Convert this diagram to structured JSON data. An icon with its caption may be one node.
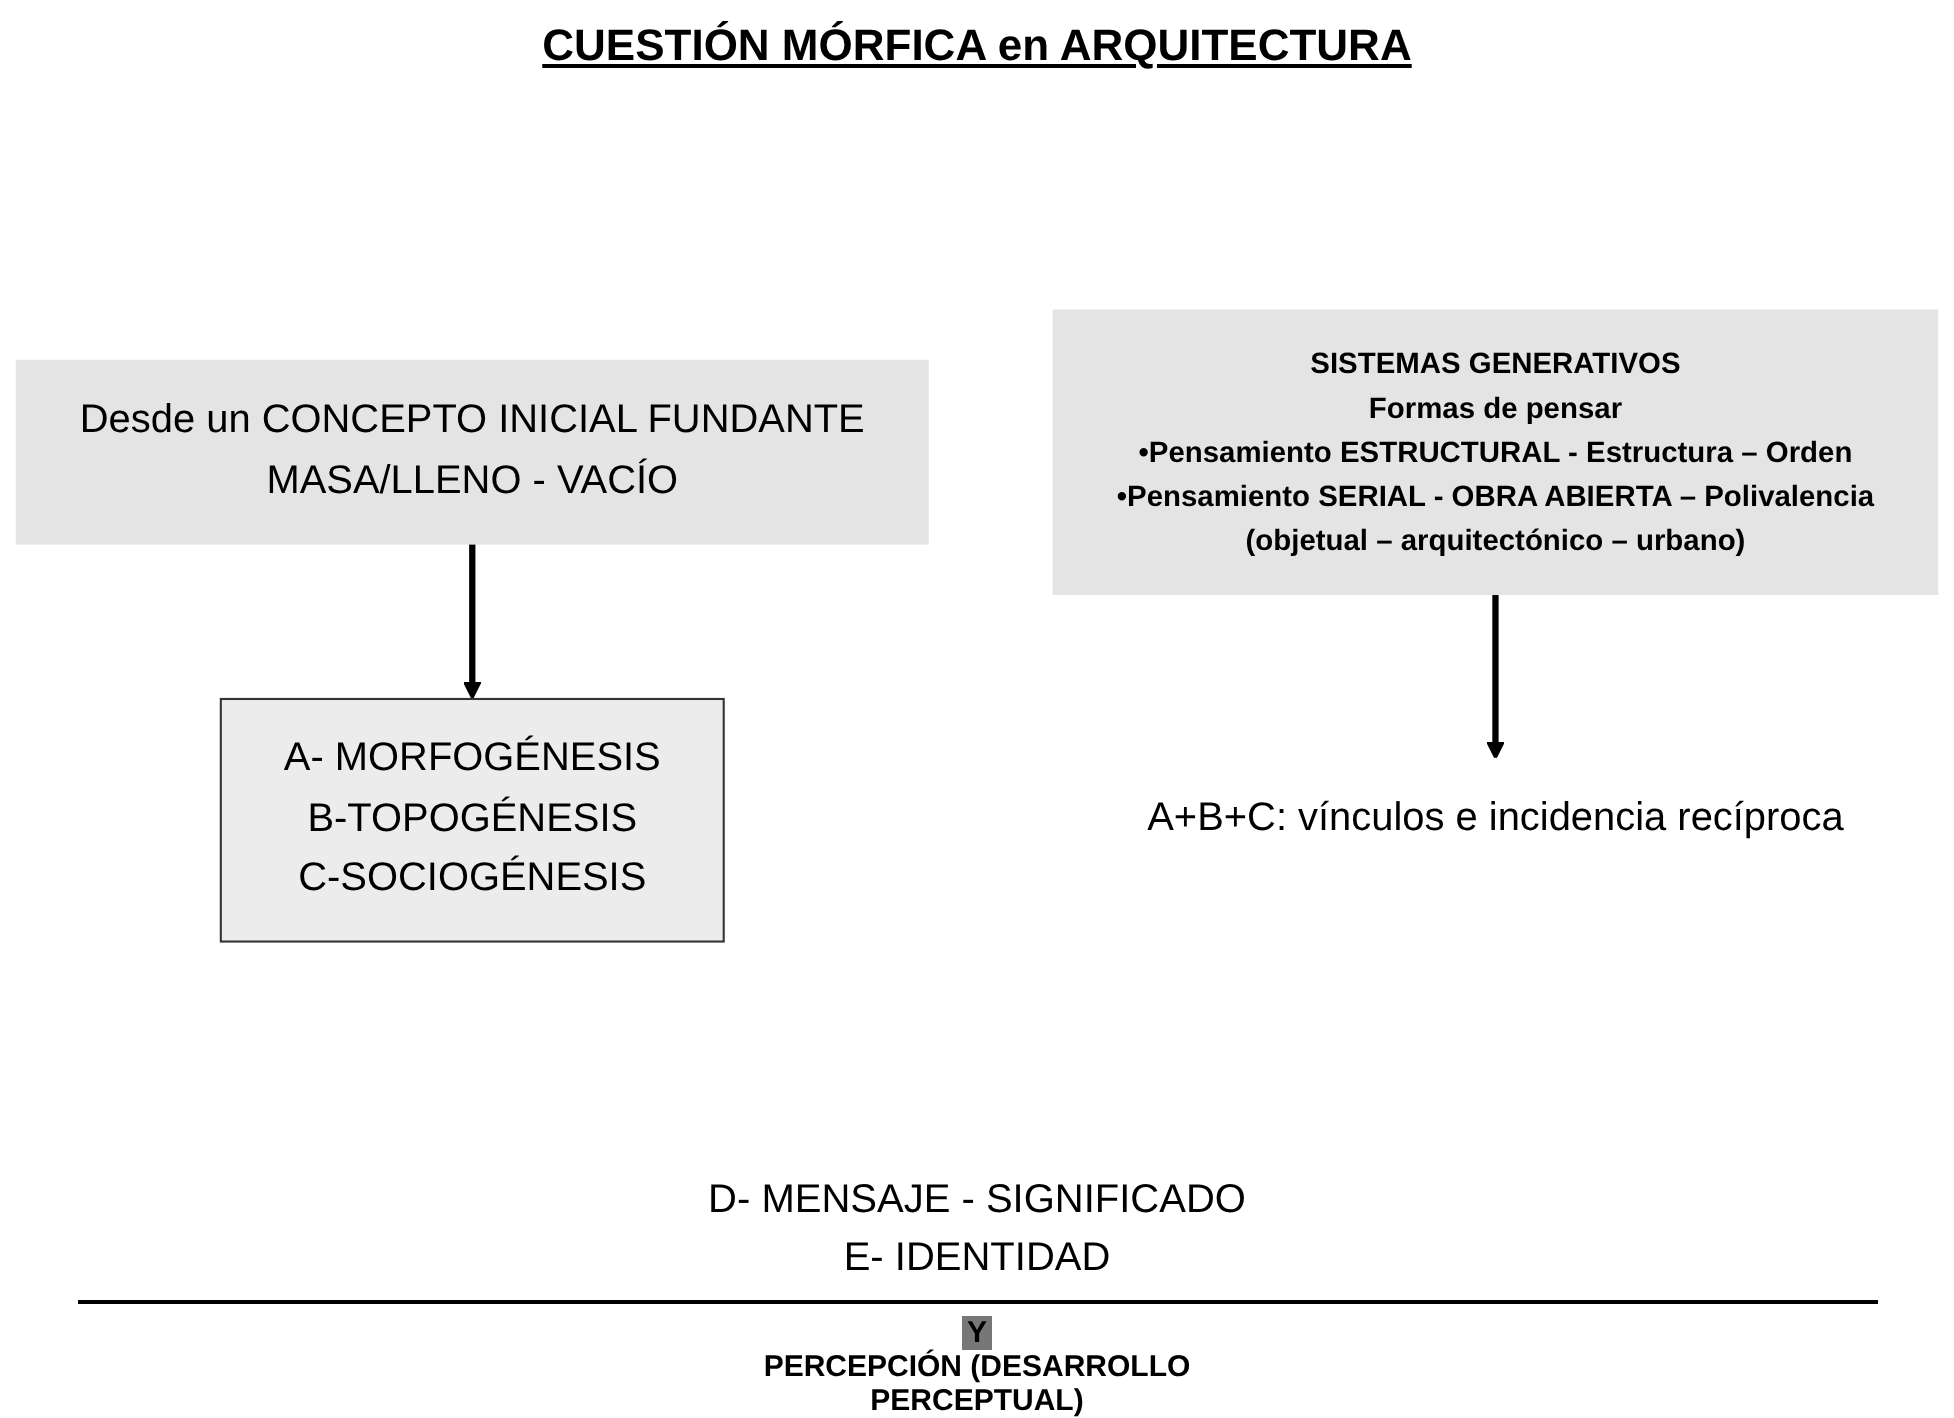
{
  "diagram": {
    "title": "CUESTIÓN MÓRFICA en ARQUITECTURA",
    "nodes": [
      {
        "text": [
          "Desde un CONCEPTO INICIAL FUNDANTE",
          "MASA/LLENO - VACÍO"
        ]
      },
      {
        "text": [
          "A- MORFOGÉNESIS",
          "B-TOPOGÉNESIS",
          "C-SOCIOGÉNESIS"
        ]
      },
      {
        "text": [
          "A+B+C: vínculos e incidencia recíproca"
        ]
      },
      {
        "text": [
          "SISTEMAS GENERATIVOS",
          "Formas de pensar",
          "•Pensamiento ESTRUCTURAL - Estructura – Orden",
          "•Pensamiento SERIAL - OBRA ABIERTA – Polivalencia",
          "(objetual – arquitectónico – urbano)"
        ]
      }
    ],
    "edges": [
      {
        "from": 0,
        "to": 1,
        "arrow": "to"
      },
      {
        "from": 3,
        "to": 2,
        "arrow": "to"
      }
    ],
    "labels": [
      "D- MENSAJE - SIGNIFICADO",
      "E- IDENTIDAD",
      "Y",
      "PERCEPCIÓN (DESARROLLO PERCEPTUAL)"
    ]
  }
}
